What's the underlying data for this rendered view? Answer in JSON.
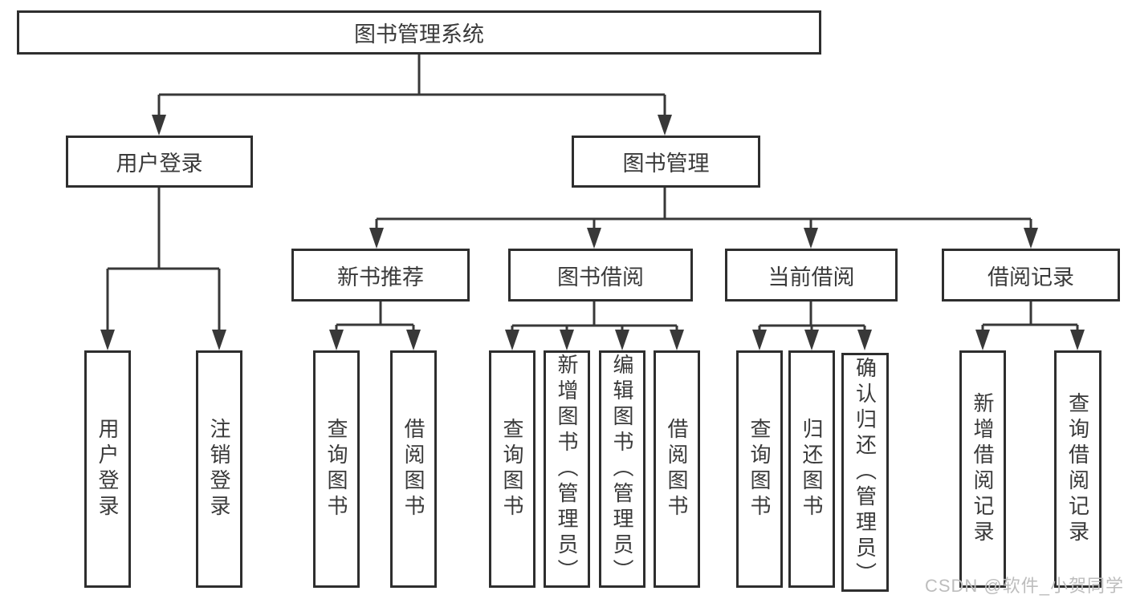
{
  "diagram": {
    "watermark": "CSDN @软件_小贺同学",
    "colors": {
      "line": "#383838",
      "box_border": "#2e2e2e",
      "text": "#3a3a3a",
      "background": "#ffffff",
      "watermark": "#bdbdbd"
    },
    "tree": {
      "root": {
        "label": "图书管理系统"
      },
      "branches": [
        {
          "label": "用户登录",
          "children": [
            {
              "label": "用户登录"
            },
            {
              "label": "注销登录"
            }
          ]
        },
        {
          "label": "图书管理",
          "children": [
            {
              "label": "新书推荐",
              "children": [
                {
                  "label": "查询图书"
                },
                {
                  "label": "借阅图书"
                }
              ]
            },
            {
              "label": "图书借阅",
              "children": [
                {
                  "label": "查询图书"
                },
                {
                  "label": "新增图书（管理员）"
                },
                {
                  "label": "编辑图书（管理员）"
                },
                {
                  "label": "借阅图书"
                }
              ]
            },
            {
              "label": "当前借阅",
              "children": [
                {
                  "label": "查询图书"
                },
                {
                  "label": "归还图书"
                },
                {
                  "label": "确认归还（管理员）"
                }
              ]
            },
            {
              "label": "借阅记录",
              "children": [
                {
                  "label": "新增借阅记录"
                },
                {
                  "label": "查询借阅记录"
                }
              ]
            }
          ]
        }
      ]
    }
  }
}
